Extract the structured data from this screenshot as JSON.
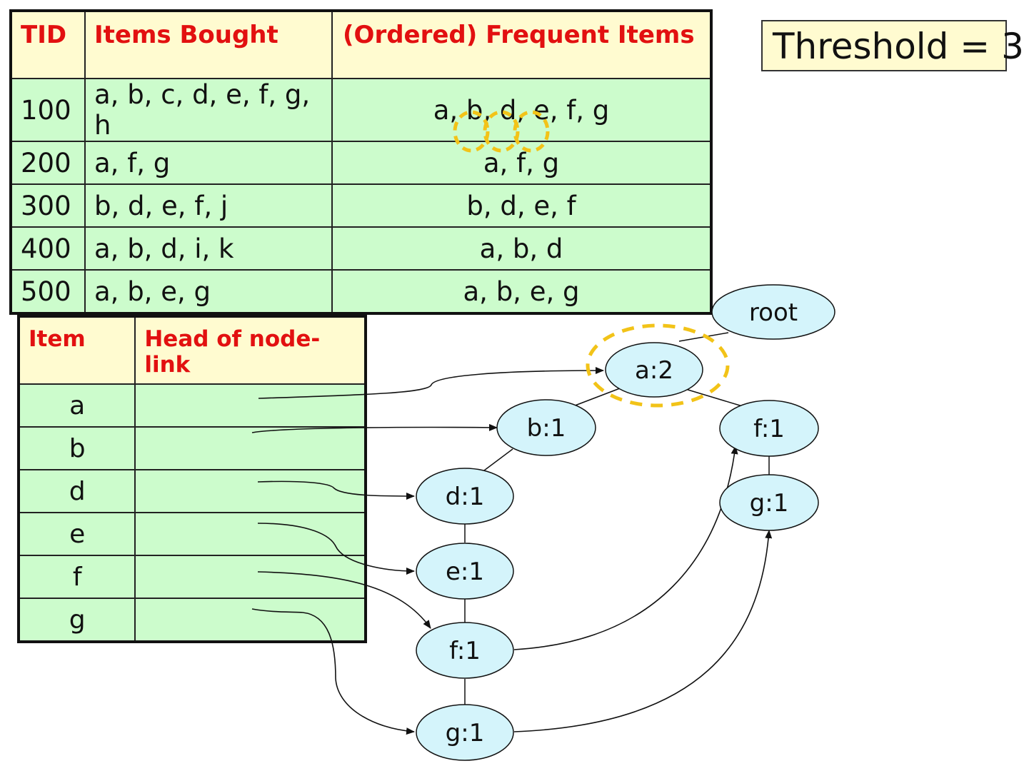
{
  "transactions": {
    "headers": [
      "TID",
      "Items Bought",
      "(Ordered) Frequent Items"
    ],
    "rows": [
      {
        "tid": "100",
        "bought": "a, b, c, d, e, f, g, h",
        "frequent": "a, b, d, e, f, g"
      },
      {
        "tid": "200",
        "bought": "a, f, g",
        "frequent": "a, f, g"
      },
      {
        "tid": "300",
        "bought": "b, d, e, f, j",
        "frequent": "b, d, e, f"
      },
      {
        "tid": "400",
        "bought": "a, b, d, i, k",
        "frequent": "a, b, d"
      },
      {
        "tid": "500",
        "bought": "a, b, e, g",
        "frequent": "a, b, e, g"
      }
    ]
  },
  "threshold": "Threshold = 3",
  "header_table": {
    "headers": [
      "Item",
      "Head of node-link"
    ],
    "items": [
      "a",
      "b",
      "d",
      "e",
      "f",
      "g"
    ]
  },
  "tree": {
    "nodes": [
      {
        "id": "root",
        "label": "root"
      },
      {
        "id": "a",
        "label": "a:2"
      },
      {
        "id": "b",
        "label": "b:1"
      },
      {
        "id": "d",
        "label": "d:1"
      },
      {
        "id": "e",
        "label": "e:1"
      },
      {
        "id": "f1",
        "label": "f:1"
      },
      {
        "id": "g1",
        "label": "g:1"
      },
      {
        "id": "f2",
        "label": "f:1"
      },
      {
        "id": "g2",
        "label": "g:1"
      }
    ],
    "edges": [
      [
        "root",
        "a"
      ],
      [
        "a",
        "b"
      ],
      [
        "a",
        "f2"
      ],
      [
        "b",
        "d"
      ],
      [
        "d",
        "e"
      ],
      [
        "e",
        "f1"
      ],
      [
        "f1",
        "g1"
      ],
      [
        "f2",
        "g2"
      ]
    ],
    "node_links": [
      [
        "a",
        "a"
      ],
      [
        "b",
        "b"
      ],
      [
        "d",
        "d"
      ],
      [
        "e",
        "e"
      ],
      [
        "f",
        "f1"
      ],
      [
        "f1",
        "f2"
      ],
      [
        "g",
        "g1"
      ],
      [
        "g1",
        "g2"
      ]
    ]
  },
  "colors": {
    "node_fill": "#d4f4fb",
    "highlight": "#f2c318",
    "header_text": "#e21010",
    "table_body": "#ccfccc",
    "table_header": "#fffbd0"
  }
}
